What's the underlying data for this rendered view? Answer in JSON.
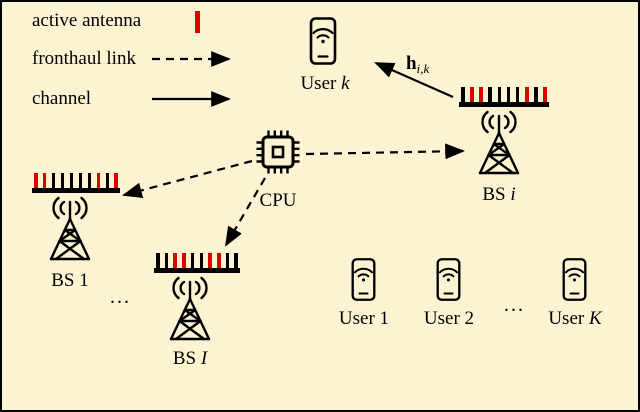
{
  "colors": {
    "bg": "#fcf3d3",
    "ink": "#000000",
    "active": "#dd0000"
  },
  "legend": {
    "active_antenna": "active antenna",
    "fronthaul_link": "fronthaul link",
    "channel": "channel"
  },
  "labels": {
    "user_k": {
      "prefix": "User ",
      "var": "k"
    },
    "h": {
      "symbol": "h",
      "sub": "i,k"
    },
    "bs_i": {
      "prefix": "BS ",
      "var": "i"
    },
    "cpu": "CPU",
    "bs_1": "BS 1",
    "bs_dots": "...",
    "bs_I": {
      "prefix": "BS ",
      "var": "I"
    },
    "user_1": "User 1",
    "user_2": "User 2",
    "user_dots": "...",
    "user_K": {
      "prefix": "User ",
      "var": "K"
    }
  },
  "antennas": {
    "bs_i": [
      0,
      1,
      1,
      0,
      0,
      0,
      0,
      1,
      0,
      1
    ],
    "bs_1": [
      1,
      1,
      0,
      0,
      0,
      0,
      0,
      1,
      0,
      1
    ],
    "bs_I": [
      0,
      0,
      1,
      1,
      0,
      0,
      1,
      1,
      0,
      0
    ]
  }
}
